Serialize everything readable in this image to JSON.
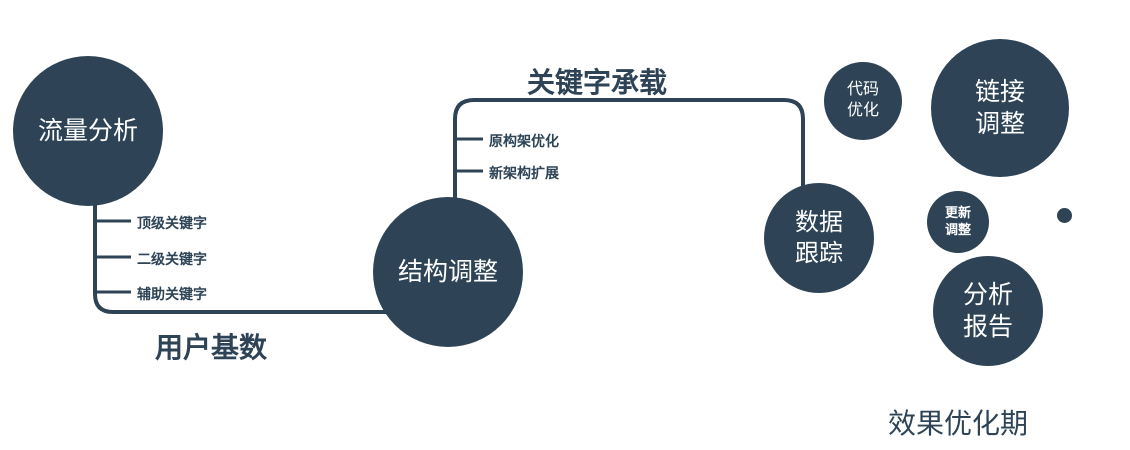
{
  "palette": {
    "primary": "#2e4456",
    "node_text": "#ffffff",
    "background": "#ffffff"
  },
  "nodes": {
    "traffic": {
      "label": "流量分析"
    },
    "structure": {
      "label": "结构调整"
    },
    "data_tracking": {
      "label": "数据\n跟踪"
    },
    "code_optimization": {
      "label": "代码\n优化"
    },
    "link_adjustment": {
      "label": "链接\n调整"
    },
    "update_adjustment": {
      "label": "更新\n调整"
    },
    "analysis_report": {
      "label": "分析\n报告"
    }
  },
  "edge_labels": {
    "user_base": "用户基数",
    "keyword_bearing": "关键字承载"
  },
  "branch_labels": {
    "traffic": [
      "顶级关键字",
      "二级关键字",
      "辅助关键字"
    ],
    "structure": [
      "原构架优化",
      "新架构扩展"
    ]
  },
  "caption": "效果优化期"
}
